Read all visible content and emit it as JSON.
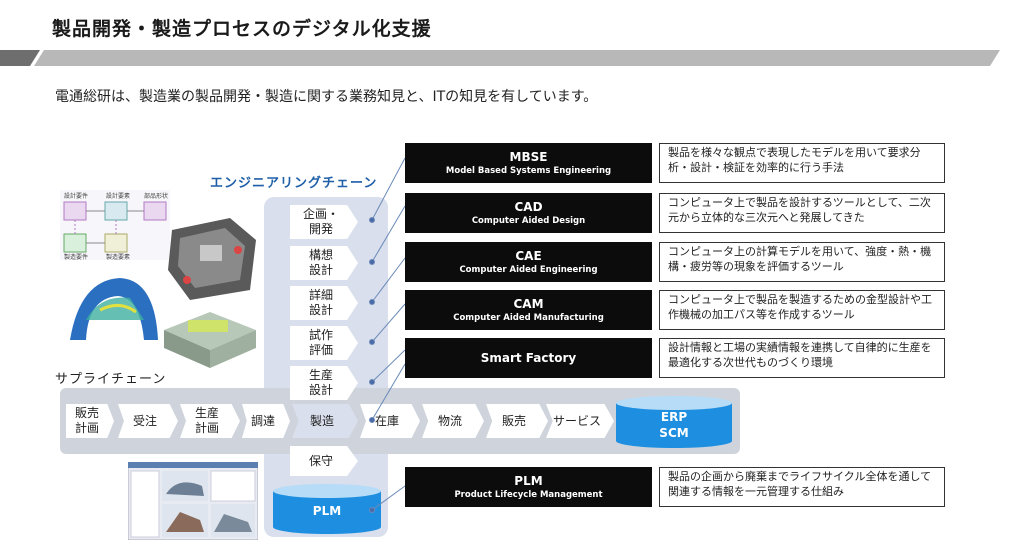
{
  "header": {
    "title": "製品開発・製造プロセスのデジタル化支援",
    "intro": "電通総研は、製造業の製品開発・製造に関する業務知見と、ITの知見を有しています。"
  },
  "engineering_chain": {
    "label": "エンジニアリングチェーン",
    "steps": [
      "企画・\n開発",
      "構想\n設計",
      "詳細\n設計",
      "試作\n評価",
      "生産\n設計",
      "製造",
      "保守"
    ],
    "db": "PLM"
  },
  "supply_chain": {
    "label": "サプライチェーン",
    "steps": [
      "販売\n計画",
      "受注",
      "生産\n計画",
      "調達",
      "製造",
      "在庫",
      "物流",
      "販売",
      "サービス"
    ],
    "db": "ERP\nSCM"
  },
  "diagram_labels": {
    "requirements": "設計要件",
    "design_spec": "設計要素",
    "parts_spec": "部品形状",
    "mfg_req": "製造要件",
    "mfg_spec": "製造要素"
  },
  "tools": [
    {
      "name": "MBSE",
      "full": "Model Based Systems Engineering",
      "desc": "製品を様々な観点で表現したモデルを用いて要求分析・設計・検証を効率的に行う手法"
    },
    {
      "name": "CAD",
      "full": "Computer Aided Design",
      "desc": "コンピュータ上で製品を設計するツールとして、二次元から立体的な三次元へと発展してきた"
    },
    {
      "name": "CAE",
      "full": "Computer Aided Engineering",
      "desc": "コンピュータ上の計算モデルを用いて、強度・熱・機構・疲労等の現象を評価するツール"
    },
    {
      "name": "CAM",
      "full": "Computer Aided Manufacturing",
      "desc": "コンピュータ上で製品を製造するための金型設計や工作機械の加工パス等を作成するツール"
    },
    {
      "name": "Smart Factory",
      "full": "",
      "desc": "設計情報と工場の実績情報を連携して自律的に生産を最適化する次世代ものづくり環境"
    },
    {
      "name": "PLM",
      "full": "Product Lifecycle Management",
      "desc": "製品の企画から廃棄までライフサイクル全体を通して関連する情報を一元管理する仕組み"
    }
  ],
  "colors": {
    "accent_blue": "#1f5fa8",
    "cylinder_blue": "#1e8fe0",
    "tool_black": "#0c0c0c"
  }
}
